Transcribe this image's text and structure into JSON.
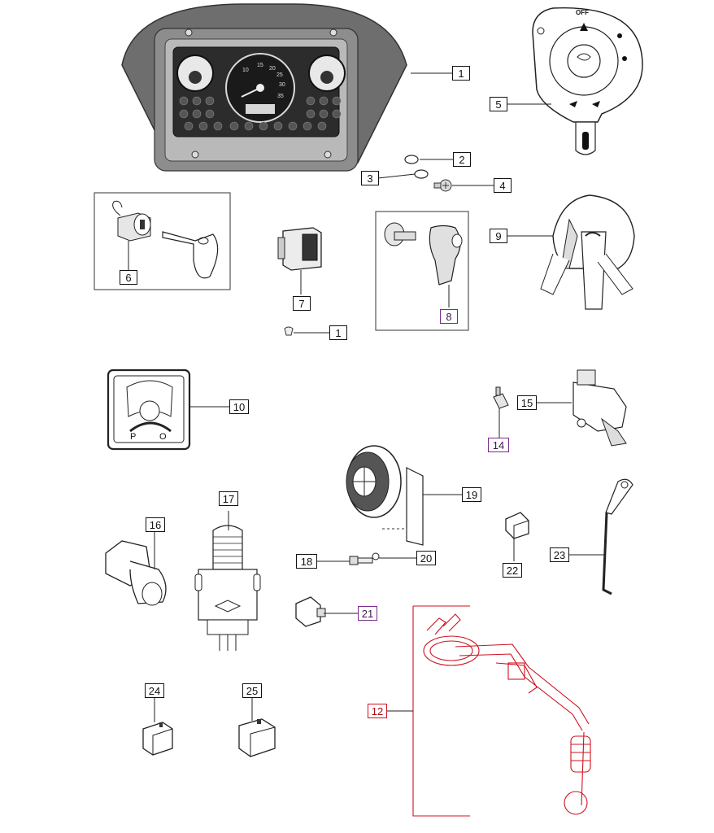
{
  "labels": {
    "p1": "1",
    "p1b": "1",
    "p2": "2",
    "p3": "3",
    "p4": "4",
    "p5": "5",
    "p6": "6",
    "p7": "7",
    "p8": "8",
    "p9": "9",
    "p10": "10",
    "p12": "12",
    "p14": "14",
    "p15": "15",
    "p16": "16",
    "p17": "17",
    "p18": "18",
    "p19": "19",
    "p20": "20",
    "p21": "21",
    "p22": "22",
    "p23": "23",
    "p24": "24",
    "p25": "25"
  },
  "cluster_gauges": {
    "speed_ticks": [
      "10",
      "15",
      "20",
      "25",
      "30",
      "35"
    ],
    "off_mark": "OFF",
    "pto_letters": [
      "P",
      "O"
    ]
  },
  "colors": {
    "line": "#222222",
    "highlight_purple": "#7a2a8c",
    "highlight_red": "#d01020"
  }
}
